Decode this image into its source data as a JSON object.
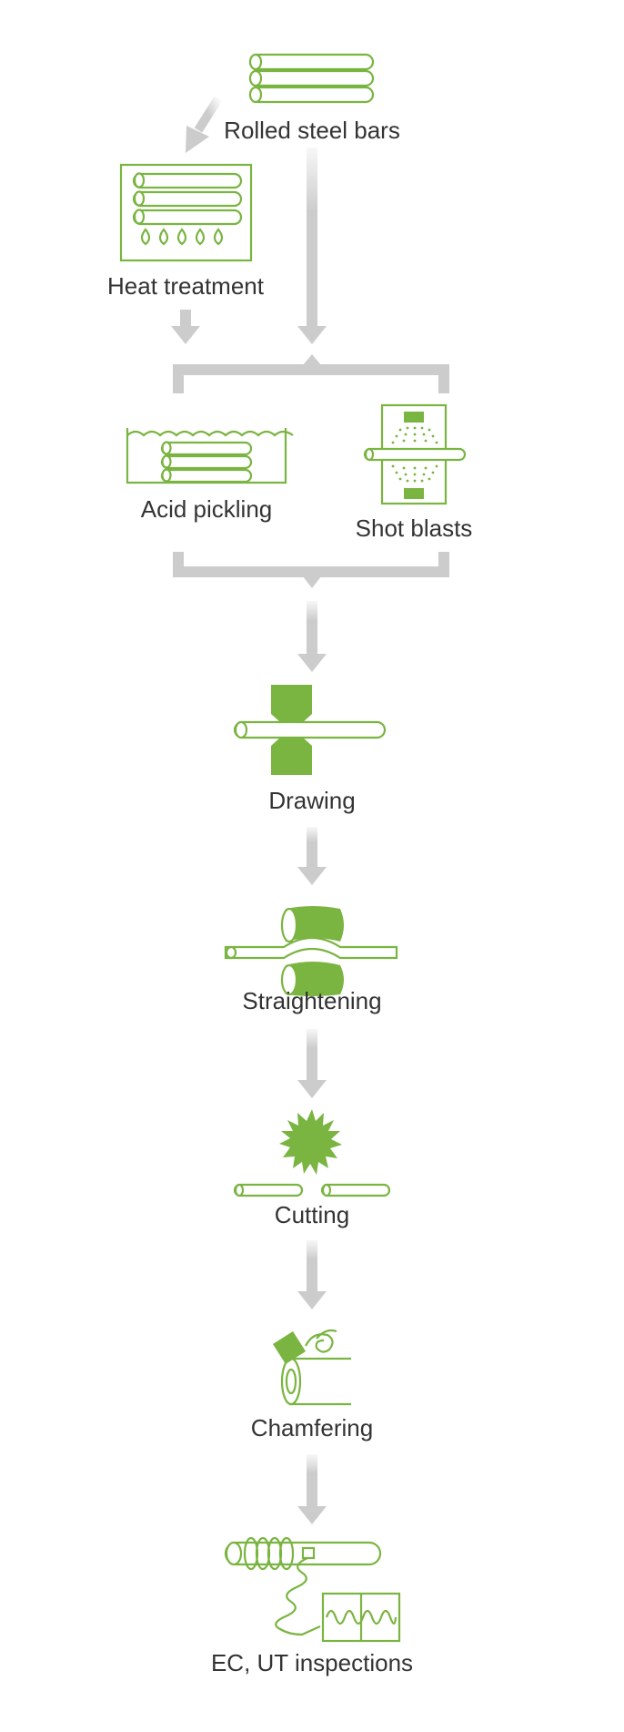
{
  "steps": {
    "rolled_steel_bars": "Rolled steel bars",
    "heat_treatment": "Heat treatment",
    "acid_pickling": "Acid pickling",
    "shot_blasts": "Shot blasts",
    "drawing": "Drawing",
    "straightening": "Straightening",
    "cutting": "Cutting",
    "chamfering": "Chamfering",
    "ec_ut_inspections": "EC, UT inspections"
  },
  "colors": {
    "icon_green": "#7ab441",
    "arrow_gray": "#cccccc",
    "label_text": "#333333"
  }
}
